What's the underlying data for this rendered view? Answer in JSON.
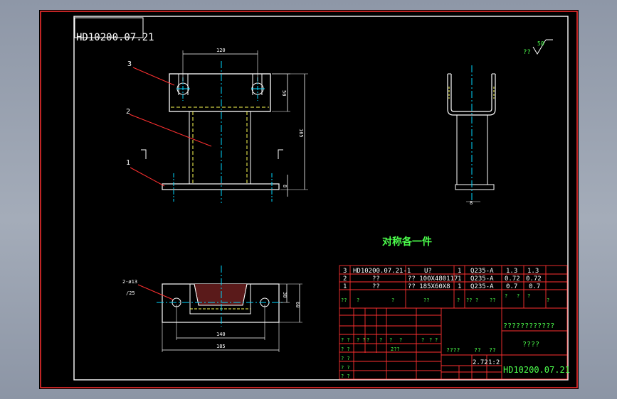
{
  "title_badge": "HD10200.07.21",
  "roughness": {
    "symbol": "??",
    "value": "50"
  },
  "front_view": {
    "dim_top": "120",
    "dim_height_upper": "50",
    "dim_height_total": "165",
    "dim_base": "8"
  },
  "side_view": {
    "dim_base": "8"
  },
  "plan_view": {
    "hole_callout_1": "2-ø13",
    "hole_callout_2": "/25",
    "dim_inner": "140",
    "dim_outer": "185",
    "dim_v1": "30",
    "dim_v2": "60"
  },
  "leaders": [
    "3",
    "2",
    "1"
  ],
  "note": "对称各一件",
  "bom": [
    {
      "no": "3",
      "code": "HD10200.07.21-1",
      "name": "U?",
      "qty": "1",
      "material": "Q235-A",
      "w1": "1.3",
      "w2": "1.3"
    },
    {
      "no": "2",
      "code": "??",
      "name": "?? 100X480117",
      "qty": "1",
      "material": "Q235-A",
      "w1": "0.72",
      "w2": "0.72"
    },
    {
      "no": "1",
      "code": "??",
      "name": "?? 185X60X8",
      "qty": "1",
      "material": "Q235-A",
      "w1": "0.7",
      "w2": "0.7"
    }
  ],
  "bom_header": [
    "??",
    "?",
    "?",
    "??",
    "?",
    "??",
    "?",
    "??",
    "?",
    "?",
    "?",
    "?"
  ],
  "title_block": {
    "company": "????????????",
    "drawing_name": "????",
    "drawing_no": "HD10200.07.21",
    "scale_labels": [
      "????",
      "??",
      "??"
    ],
    "weight": "2.72",
    "scale": "1:2",
    "side_labels": [
      "? ?",
      "? ?",
      "? ?",
      "? ?",
      "? ?",
      "? ?"
    ],
    "mid_labels": [
      "?",
      "?",
      "?",
      "?",
      "2??",
      "?",
      "?",
      "?"
    ]
  }
}
